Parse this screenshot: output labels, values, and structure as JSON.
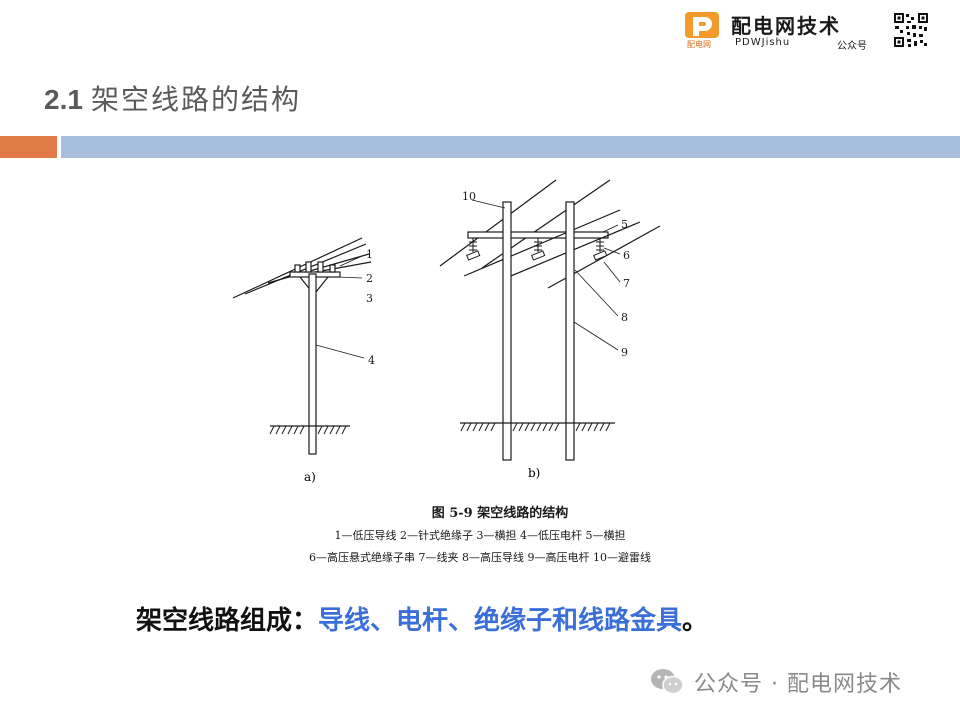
{
  "brand": {
    "logo_sub": "配电网",
    "name": "配电网技术",
    "pinyin": "PDWJishu",
    "gzh": "公众号"
  },
  "title": {
    "number": "2.1",
    "text": "架空线路的结构"
  },
  "figure": {
    "label_a": "a)",
    "label_b": "b)",
    "callouts_a": [
      "1",
      "2",
      "3",
      "4"
    ],
    "callouts_b": [
      "5",
      "6",
      "7",
      "8",
      "9",
      "10"
    ],
    "caption_title": "图 5-9   架空线路的结构",
    "legend_line1": "1—低压导线   2—针式绝缘子   3—横担   4—低压电杆   5—横担",
    "legend_line2": "6—高压悬式绝缘子串   7—线夹   8—高压导线   9—高压电杆   10—避雷线"
  },
  "summary": {
    "lead": "架空线路组成：",
    "items": "导线、电杆、绝缘子和线路金具",
    "end": "。"
  },
  "watermark": {
    "text": "公众号 · 配电网技术"
  },
  "colors": {
    "accent_orange": "#e07b48",
    "bar_blue": "#a7bfdd",
    "highlight_blue": "#3b6fd8",
    "title_gray": "#5a5a5a"
  }
}
